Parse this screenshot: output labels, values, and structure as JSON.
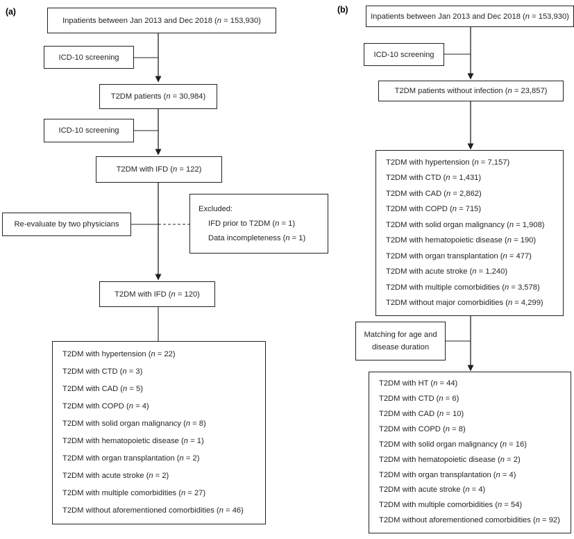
{
  "panels": {
    "a": {
      "label": "(a)",
      "boxes": {
        "inpatients": "Inpatients between Jan 2013 and Dec 2018 (n = 153,930)",
        "screening1": "ICD-10 screening",
        "t2dm_patients": "T2DM patients (n = 30,984)",
        "screening2": "ICD-10 screening",
        "ifd122": "T2DM with IFD (n = 122)",
        "reevaluate": "Re-evaluate by two physicians",
        "ifd120": "T2DM with IFD (n = 120)"
      },
      "excluded": {
        "heading": "Excluded:",
        "items": [
          "IFD prior to T2DM (n = 1)",
          "Data incompleteness (n = 1)"
        ]
      },
      "comorbidities": [
        "T2DM with hypertension (n = 22)",
        "T2DM with CTD (n = 3)",
        "T2DM with CAD (n = 5)",
        "T2DM with COPD (n = 4)",
        "T2DM with solid organ malignancy (n = 8)",
        "T2DM with hematopoietic disease (n = 1)",
        "T2DM with organ transplantation (n = 2)",
        "T2DM with acute stroke (n = 2)",
        "T2DM with multiple comorbidities (n = 27)",
        "T2DM without aforementioned comorbidities (n = 46)"
      ]
    },
    "b": {
      "label": "(b)",
      "boxes": {
        "inpatients": "Inpatients between Jan 2013 and Dec 2018 (n = 153,930)",
        "screening1": "ICD-10 screening",
        "t2dm_no_infection": "T2DM patients without infection (n = 23,857)",
        "matching_line1": "Matching for age and",
        "matching_line2": "disease duration"
      },
      "comorbidities_pre": [
        "T2DM with hypertension (n = 7,157)",
        "T2DM with CTD (n = 1,431)",
        "T2DM with CAD (n = 2,862)",
        "T2DM with COPD (n = 715)",
        "T2DM with solid organ malignancy (n = 1,908)",
        "T2DM with hematopoietic disease (n = 190)",
        "T2DM with organ transplantation (n = 477)",
        "T2DM with acute stroke (n = 1,240)",
        "T2DM with multiple comorbidities (n = 3,578)",
        "T2DM without major comorbidities (n = 4,299)"
      ],
      "comorbidities_matched": [
        "T2DM with HT (n = 44)",
        "T2DM with CTD (n = 6)",
        "T2DM with CAD (n = 10)",
        "T2DM with COPD (n = 8)",
        "T2DM with solid organ malignancy (n = 16)",
        "T2DM with hematopoietic disease (n = 2)",
        "T2DM with organ transplantation (n = 4)",
        "T2DM with acute stroke (n = 4)",
        "T2DM with multiple comorbidities (n = 54)",
        "T2DM without aforementioned comorbidities (n = 92)"
      ]
    }
  },
  "colors": {
    "stroke": "#231f20",
    "background": "#ffffff"
  }
}
